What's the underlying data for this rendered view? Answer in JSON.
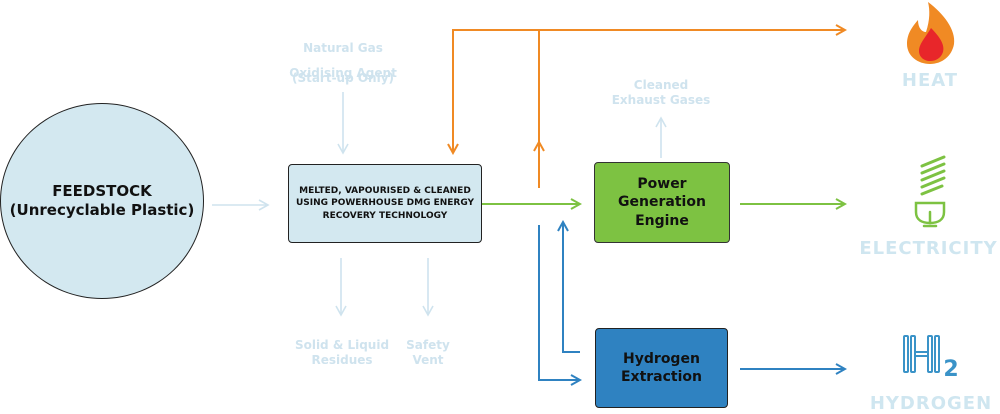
{
  "inputs": {
    "top_line1": "Natural Gas",
    "top_line2": "(Start-up Only)",
    "top_line3": "Oxidising Agent"
  },
  "feedstock": {
    "line1": "FEEDSTOCK",
    "line2": "(Unrecyclable Plastic)"
  },
  "process_box": {
    "text": "MELTED, VAPOURISED & CLEANED\nUSING POWERHOUSE DMG ENERGY\nRECOVERY TECHNOLOGY"
  },
  "engine_box": {
    "text": "Power\nGeneration\nEngine"
  },
  "hydrogen_box": {
    "text": "Hydrogen\nExtraction"
  },
  "exhaust": {
    "text": "Cleaned\nExhaust Gases"
  },
  "residues": {
    "text": "Solid & Liquid\nResidues"
  },
  "vent": {
    "text": "Safety\nVent"
  },
  "outputs": {
    "heat": "HEAT",
    "electricity": "ELECTRICITY",
    "hydrogen": "HYDROGEN",
    "h2_symbol": "H",
    "h2_subscript": "2"
  },
  "colors": {
    "faint": "#cfe3ee",
    "feedstock_fill": "#d3e8f0",
    "process_fill": "#d3e8f0",
    "green": "#7dc242",
    "orange": "#f08a24",
    "blue": "#2f82c1",
    "icon_blue": "#3a93c8"
  },
  "icons": {
    "heat": "flame-icon",
    "electricity": "light-bulb-icon",
    "hydrogen": "h2-molecule-icon"
  }
}
